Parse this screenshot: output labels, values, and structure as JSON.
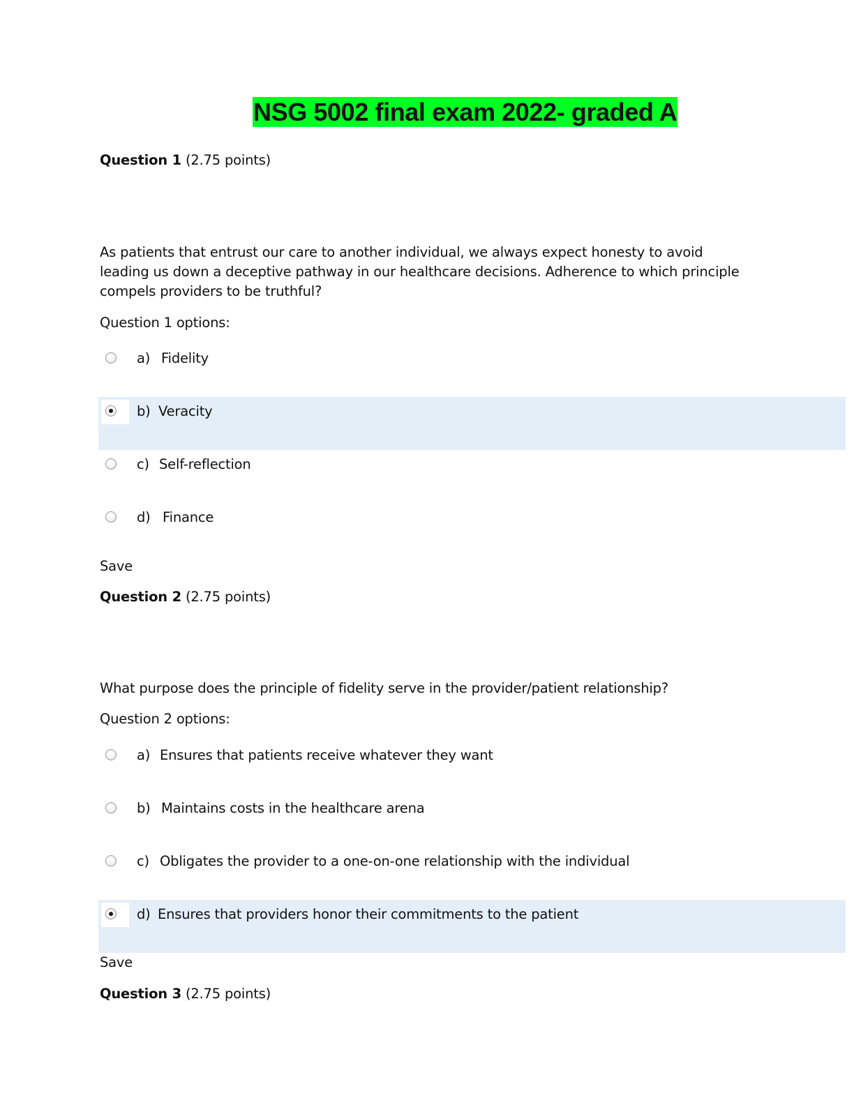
{
  "title": "NSG 5002 final exam 2022- graded A",
  "questions": [
    {
      "number_label": "Question 1",
      "points": "(2.75 points)",
      "prompt": "As patients that entrust our care to another individual, we always expect honesty to avoid leading us down a deceptive pathway in our healthcare decisions. Adherence to which principle compels providers to be truthful?",
      "options_label": "Question 1 options:",
      "options": [
        {
          "letter": "a)",
          "text": "Fidelity",
          "selected": false
        },
        {
          "letter": "b)",
          "text": "Veracity",
          "selected": true
        },
        {
          "letter": "c)",
          "text": "Self-reflection",
          "selected": false
        },
        {
          "letter": "d)",
          "text": "Finance",
          "selected": false
        }
      ],
      "save_label": "Save"
    },
    {
      "number_label": "Question 2",
      "points": "(2.75 points)",
      "prompt": "What purpose does the principle of fidelity serve in the provider/patient relationship?",
      "options_label": "Question 2 options:",
      "options": [
        {
          "letter": "a)",
          "text": "Ensures that patients receive whatever they want",
          "selected": false
        },
        {
          "letter": "b)",
          "text": "Maintains costs in the healthcare arena",
          "selected": false
        },
        {
          "letter": "c)",
          "text": "Obligates the provider to a one-on-one relationship with the individual",
          "selected": false
        },
        {
          "letter": "d)",
          "text": "Ensures that providers honor their commitments to the patient",
          "selected": true
        }
      ],
      "save_label": "Save"
    },
    {
      "number_label": "Question 3",
      "points": "(2.75 points)"
    }
  ],
  "colors": {
    "title_highlight": "#00ff22",
    "selected_row": "#e4eef9"
  }
}
